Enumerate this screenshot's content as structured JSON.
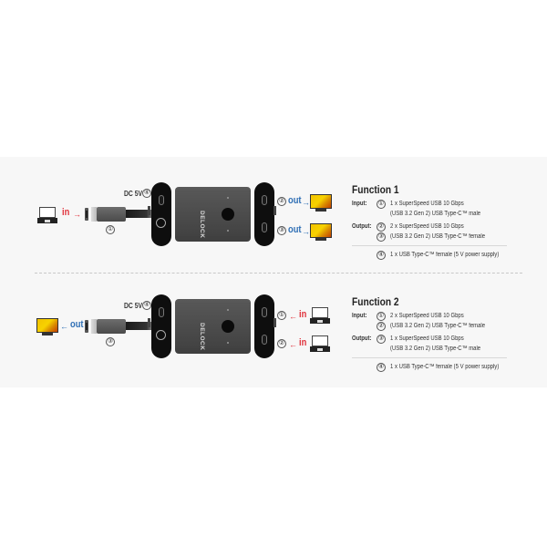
{
  "colors": {
    "in": "#e0303a",
    "out": "#2f6fb5",
    "device": "#4a4a4a",
    "band": "#f7f7f7"
  },
  "device": {
    "brand": "DELOCK",
    "dc_label": "DC 5V",
    "dc_port_number": "④"
  },
  "function1": {
    "title": "Function 1",
    "left": {
      "label": "in",
      "arrow": "→",
      "cable_number": "①",
      "icon": "laptop-icon"
    },
    "right": [
      {
        "number": "②",
        "label": "out",
        "arrow": "→",
        "icon": "monitor-icon"
      },
      {
        "number": "③",
        "label": "out",
        "arrow": "→",
        "icon": "monitor-icon"
      }
    ],
    "specs": {
      "input_label": "Input:",
      "input": [
        {
          "num": "①",
          "text": "1 x SuperSpeed USB 10 Gbps"
        },
        {
          "num": "",
          "text": "(USB 3.2 Gen 2) USB Type-C™ male"
        }
      ],
      "output_label": "Output:",
      "output": [
        {
          "num": "②",
          "text": "2 x SuperSpeed USB 10 Gbps"
        },
        {
          "num": "③",
          "text": "(USB 3.2 Gen 2) USB Type-C™ female"
        }
      ],
      "power": {
        "num": "④",
        "text": "1 x USB Type-C™ female (5 V power supply)"
      }
    }
  },
  "function2": {
    "title": "Function 2",
    "left": {
      "label": "out",
      "arrow": "←",
      "cable_number": "③",
      "icon": "monitor-icon"
    },
    "right": [
      {
        "number": "①",
        "label": "in",
        "arrow": "←",
        "icon": "laptop-icon"
      },
      {
        "number": "②",
        "label": "in",
        "arrow": "←",
        "icon": "laptop-icon"
      }
    ],
    "specs": {
      "input_label": "Input:",
      "input": [
        {
          "num": "①",
          "text": "2 x SuperSpeed USB 10 Gbps"
        },
        {
          "num": "②",
          "text": "(USB 3.2 Gen 2) USB Type-C™ female"
        }
      ],
      "output_label": "Output:",
      "output": [
        {
          "num": "③",
          "text": "1 x SuperSpeed USB 10 Gbps"
        },
        {
          "num": "",
          "text": "(USB 3.2 Gen 2) USB Type-C™ male"
        }
      ],
      "power": {
        "num": "④",
        "text": "1 x USB Type-C™ female (5 V power supply)"
      }
    }
  }
}
